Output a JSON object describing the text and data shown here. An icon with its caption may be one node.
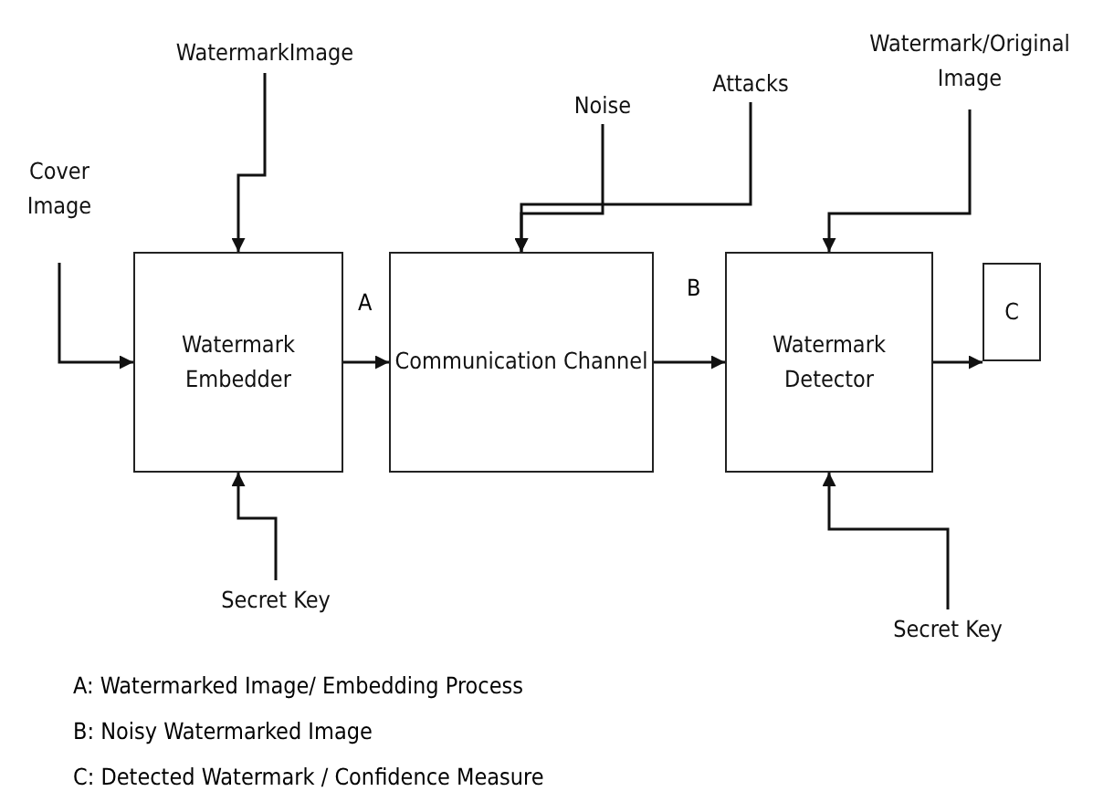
{
  "diagram": {
    "nodes": [
      {
        "text": [
          "Cover Image"
        ]
      },
      {
        "text": [
          "WatermarkImage"
        ]
      },
      {
        "text": [
          "Noise"
        ]
      },
      {
        "text": [
          "Attacks"
        ]
      },
      {
        "text": [
          "Watermark/Original Image"
        ]
      },
      {
        "text": [
          "Watermark Embedder"
        ]
      },
      {
        "text": [
          "Communication Channel"
        ]
      },
      {
        "text": [
          "Watermark Detector"
        ]
      },
      {
        "text": [
          "C"
        ]
      },
      {
        "text": [
          "Secret Key"
        ]
      },
      {
        "text": [
          "Secret Key"
        ]
      }
    ],
    "edges": [
      {
        "from": 0,
        "to": 5,
        "arrow": "to"
      },
      {
        "from": 1,
        "to": 5,
        "arrow": "to"
      },
      {
        "from": 2,
        "to": 6,
        "arrow": "to"
      },
      {
        "from": 3,
        "to": 6,
        "arrow": "to"
      },
      {
        "from": 4,
        "to": 7,
        "arrow": "to"
      },
      {
        "from": 5,
        "to": 6,
        "arrow": "to",
        "label": "A"
      },
      {
        "from": 6,
        "to": 7,
        "arrow": "to",
        "label": "B"
      },
      {
        "from": 7,
        "to": 8,
        "arrow": "to"
      },
      {
        "from": 9,
        "to": 5,
        "arrow": "to"
      },
      {
        "from": 10,
        "to": 7,
        "arrow": "to"
      }
    ],
    "labels": [
      "A: Watermarked Image/ Embedding Process",
      "B: Noisy Watermarked Image",
      "C: Detected Watermark / Confidence Measure"
    ]
  }
}
